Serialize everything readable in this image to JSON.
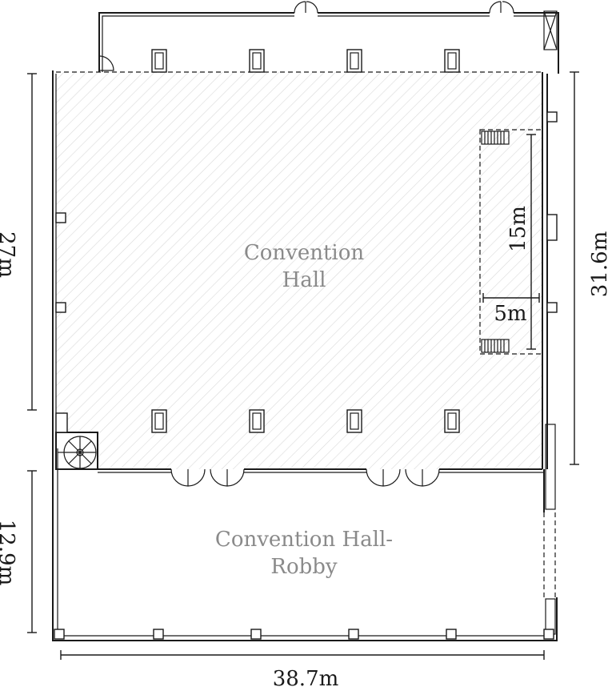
{
  "rooms": {
    "hall": {
      "line1": "Convention",
      "line2": "Hall"
    },
    "lobby": {
      "line1": "Convention Hall-",
      "line2": "Robby"
    }
  },
  "dimensions": {
    "left_upper": "27m",
    "left_lower": "12.9m",
    "right": "31.6m",
    "bottom": "38.7m",
    "stage_length": "15m",
    "stage_depth": "5m"
  },
  "colors": {
    "line": "#1a1a1a",
    "hatch": "#d9d9d9",
    "label": "#8a8a8a"
  }
}
